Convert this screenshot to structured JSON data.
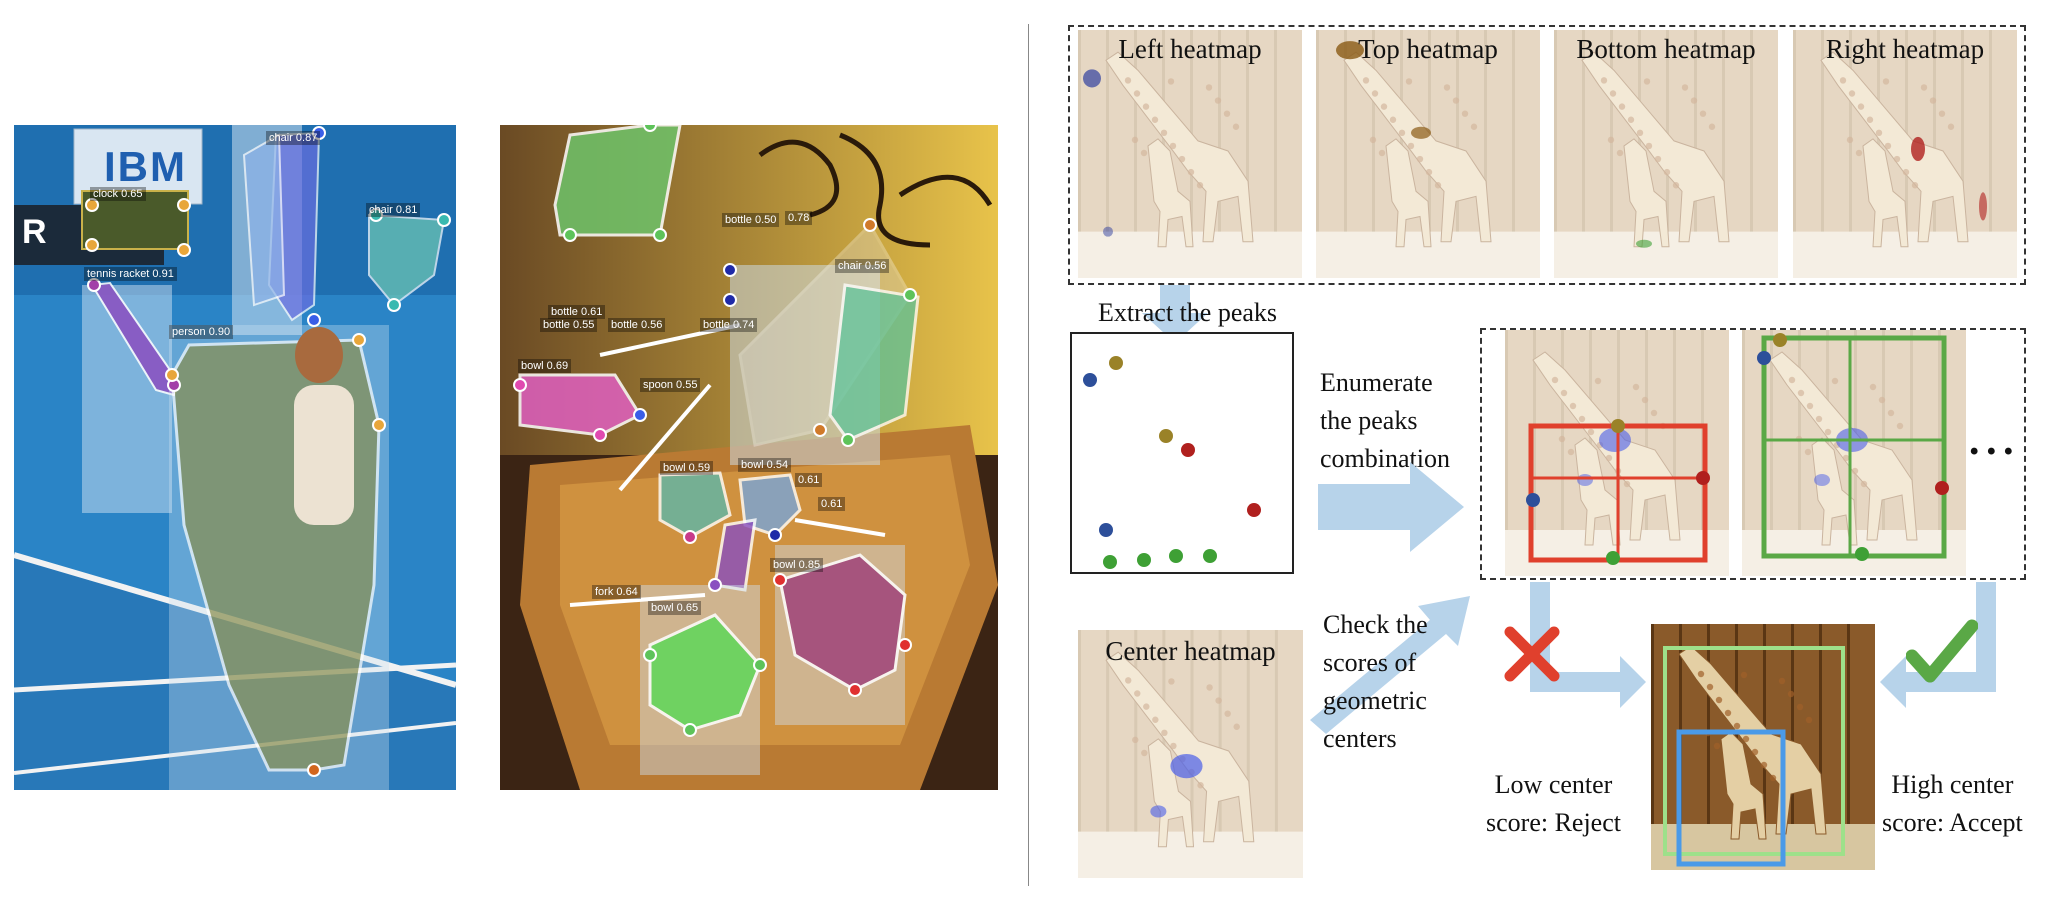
{
  "colors": {
    "court_blue": "#2a84c6",
    "arrow_blue": "#b7d3ea",
    "red_box": "#e0402d",
    "green_box": "#5aa846",
    "reject_red": "#e0402d",
    "accept_green": "#5aa846"
  },
  "left_panel": {
    "tennis_labels": [
      {
        "text": "clock 0.65"
      },
      {
        "text": "tennis racket 0.91"
      },
      {
        "text": "person 0.90"
      },
      {
        "text": "chair 0.87"
      },
      {
        "text": "chair 0.81"
      }
    ],
    "tennis_sign_text": "IBM",
    "tennis_scoreboard_text": "R",
    "table_labels": [
      {
        "text": "bottle 0.50"
      },
      {
        "text": "0.78"
      },
      {
        "text": "chair 0.56"
      },
      {
        "text": "bottle 0.61"
      },
      {
        "text": "bottle 0.55"
      },
      {
        "text": "bottle 0.56"
      },
      {
        "text": "bottle 0.74"
      },
      {
        "text": "bowl 0.69"
      },
      {
        "text": "spoon 0.55"
      },
      {
        "text": "bowl 0.59"
      },
      {
        "text": "bowl 0.54"
      },
      {
        "text": "0.61"
      },
      {
        "text": "0.61"
      },
      {
        "text": "bowl 0.85"
      },
      {
        "text": "fork 0.64"
      },
      {
        "text": "bowl 0.65"
      }
    ]
  },
  "right_panel": {
    "heatmaps": [
      {
        "title": "Left heatmap"
      },
      {
        "title": "Top heatmap"
      },
      {
        "title": "Bottom heatmap"
      },
      {
        "title": "Right heatmap"
      }
    ],
    "extract_label": "Extract the peaks",
    "enumerate_label": [
      "Enumerate",
      "the peaks",
      "combination"
    ],
    "check_label": [
      "Check the",
      "scores of",
      "geometric",
      "centers"
    ],
    "center_heatmap_title": "Center heatmap",
    "ellipsis": "• • •",
    "low_score_label": [
      "Low center",
      "score: Reject"
    ],
    "high_score_label": [
      "High center",
      "score: Accept"
    ]
  }
}
